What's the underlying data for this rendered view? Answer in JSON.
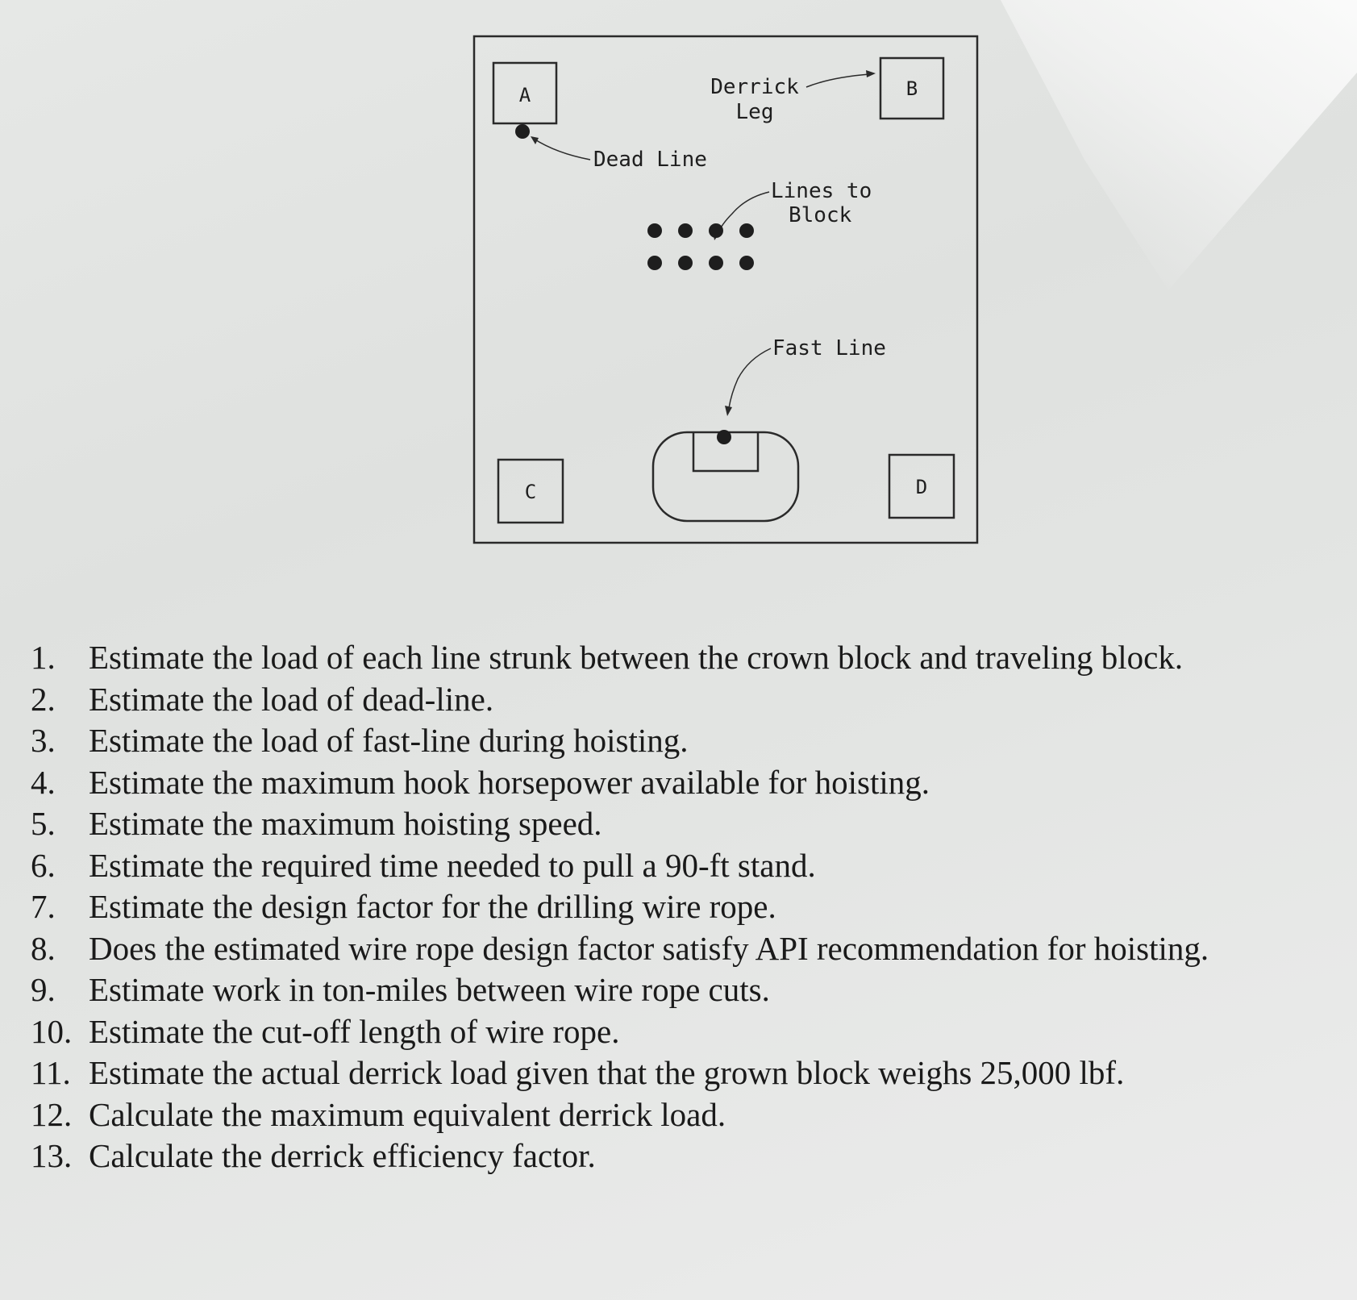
{
  "diagram": {
    "corner_labels": [
      "A",
      "B",
      "C",
      "D"
    ],
    "labels": {
      "derrick_leg_line1": "Derrick",
      "derrick_leg_line2": "Leg",
      "dead_line": "Dead Line",
      "lines_to_block_line1": "Lines to",
      "lines_to_block_line2": "Block",
      "fast_line": "Fast Line"
    },
    "lines_to_block_count": 8
  },
  "questions": [
    {
      "num": "1.",
      "text": "Estimate the load of each line strunk between the crown block and traveling block."
    },
    {
      "num": "2.",
      "text": "Estimate the load of dead-line."
    },
    {
      "num": "3.",
      "text": "Estimate the load of fast-line during hoisting."
    },
    {
      "num": "4.",
      "text": "Estimate the maximum hook horsepower available for hoisting."
    },
    {
      "num": "5.",
      "text": "Estimate the maximum hoisting speed."
    },
    {
      "num": "6.",
      "text": "Estimate the required time needed to pull a 90-ft stand."
    },
    {
      "num": "7.",
      "text": "Estimate the design factor for the drilling wire rope."
    },
    {
      "num": "8.",
      "text": "Does the estimated wire rope design factor satisfy API recommendation for hoisting."
    },
    {
      "num": "9.",
      "text": "Estimate work in ton-miles between wire rope cuts."
    },
    {
      "num": "10.",
      "text": "Estimate the cut-off length of wire rope."
    },
    {
      "num": "11.",
      "text": "Estimate the actual derrick load given that the grown block weighs 25,000 lbf."
    },
    {
      "num": "12.",
      "text": "Calculate the maximum equivalent derrick load."
    },
    {
      "num": "13.",
      "text": "Calculate the derrick efficiency factor."
    }
  ]
}
